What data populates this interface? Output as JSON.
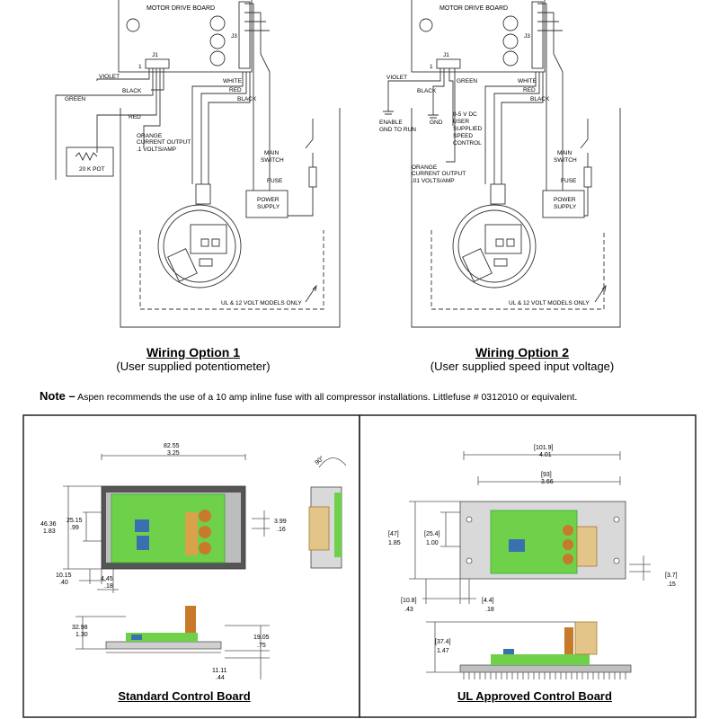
{
  "option1": {
    "title": "Wiring Option 1",
    "subtitle": "(User supplied potentiometer)",
    "labels": {
      "board": "MOTOR DRIVE BOARD",
      "j1": "J1",
      "j3": "J3",
      "pin": "1",
      "violet": "VIOLET",
      "black": "BLACK",
      "green": "GREEN",
      "red": "RED",
      "white": "WHITE",
      "red2": "RED",
      "black2": "BLACK",
      "orange": "ORANGE",
      "current": "CURRENT OUTPUT",
      "volts": ".1 VOLTS/AMP",
      "pot": "20 K POT",
      "main": "MAIN",
      "switch": "SWITCH",
      "fuse": "FUSE",
      "power": "POWER",
      "supply": "SUPPLY",
      "ul": "UL & 12 VOLT MODELS ONLY"
    }
  },
  "option2": {
    "title": "Wiring Option 2",
    "subtitle": "(User supplied speed input voltage)",
    "labels": {
      "board": "MOTOR DRIVE BOARD",
      "j1": "J1",
      "j3": "J3",
      "pin": "1",
      "violet": "VIOLET",
      "black": "BLACK",
      "green": "GREEN",
      "white": "WHITE",
      "red": "RED",
      "black2": "BLACK",
      "enable": "ENABLE",
      "gndrun": "GND TO RUN",
      "gnd": "GND",
      "v05": "0-5 V DC",
      "user": "USER",
      "supplied": "SUPPLIED",
      "speed": "SPEED",
      "control": "CONTROL",
      "orange": "ORANGE",
      "current": "CURRENT OUTPUT",
      "volts": ".01 VOLTS/AMP",
      "main": "MAIN",
      "switch": "SWITCH",
      "fuse": "FUSE",
      "power": "POWER",
      "supply": "SUPPLY",
      "ul": "UL & 12 VOLT MODELS ONLY"
    }
  },
  "note": {
    "label": "Note –",
    "text": " Aspen recommends the use of a 10 amp inline fuse with all compressor installations. Littlefuse # 0312010 or equivalent."
  },
  "standard": {
    "caption": "Standard Control Board",
    "d_width_mm": "82.55",
    "d_width_in": "3.25",
    "d_height_mm": "46.36",
    "d_height_in": "1.83",
    "d_hole_mm": "25.15",
    "d_hole_in": ".99",
    "d_slot_mm": "3.99",
    "d_slot_in": ".16",
    "d_edge_mm": "10.15",
    "d_edge_in": ".40",
    "d_off_mm": "4.45",
    "d_off_in": ".18",
    "angle": "90°",
    "s_height_mm": "32.98",
    "s_height_in": "1.30",
    "s_mid_mm": "19.05",
    "s_mid_in": ".75",
    "s_base_mm": "11.11",
    "s_base_in": ".44"
  },
  "ul": {
    "caption": "UL Approved Control Board",
    "d_outer_mm": "[101.9]",
    "d_outer_in": "4.01",
    "d_inner_mm": "[93]",
    "d_inner_in": "3.66",
    "d_height_mm": "[47]",
    "d_height_in": "1.85",
    "d_hole_mm": "[25.4]",
    "d_hole_in": "1.00",
    "d_slot_mm": "[3.7]",
    "d_slot_in": ".15",
    "d_edge_mm": "[10.8]",
    "d_edge_in": ".43",
    "d_off_mm": "[4.4]",
    "d_off_in": ".18",
    "s_height_mm": "[37.4]",
    "s_height_in": "1.47"
  },
  "colors": {
    "board_green": "#6fd14a",
    "capacitor": "#c77a2a",
    "plate": "#d9d9d9",
    "heatsink": "#bfbfbf",
    "inductor": "#e3c58a"
  }
}
